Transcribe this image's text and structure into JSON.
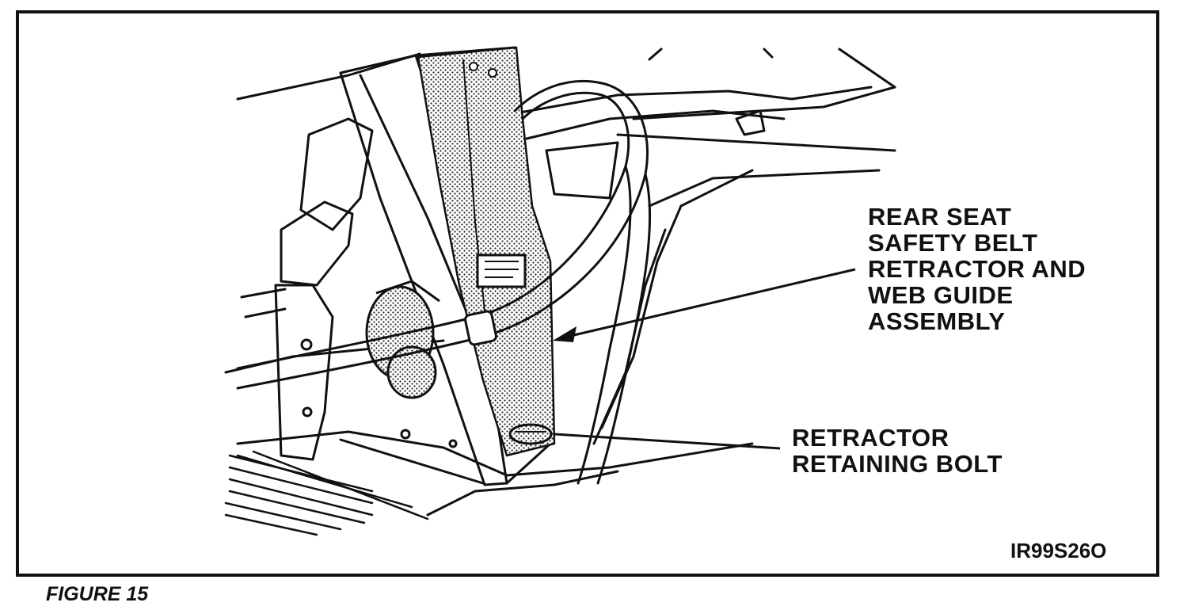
{
  "figure": {
    "caption": "FIGURE 15",
    "illustration_id": "IR99S26O"
  },
  "callouts": {
    "retractor_assembly": [
      "REAR SEAT",
      "SAFETY BELT",
      "RETRACTOR AND",
      "WEB GUIDE",
      "ASSEMBLY"
    ],
    "retaining_bolt": [
      "RETRACTOR",
      "RETAINING BOLT"
    ]
  },
  "colors": {
    "ink": "#111111",
    "paper": "#ffffff"
  }
}
